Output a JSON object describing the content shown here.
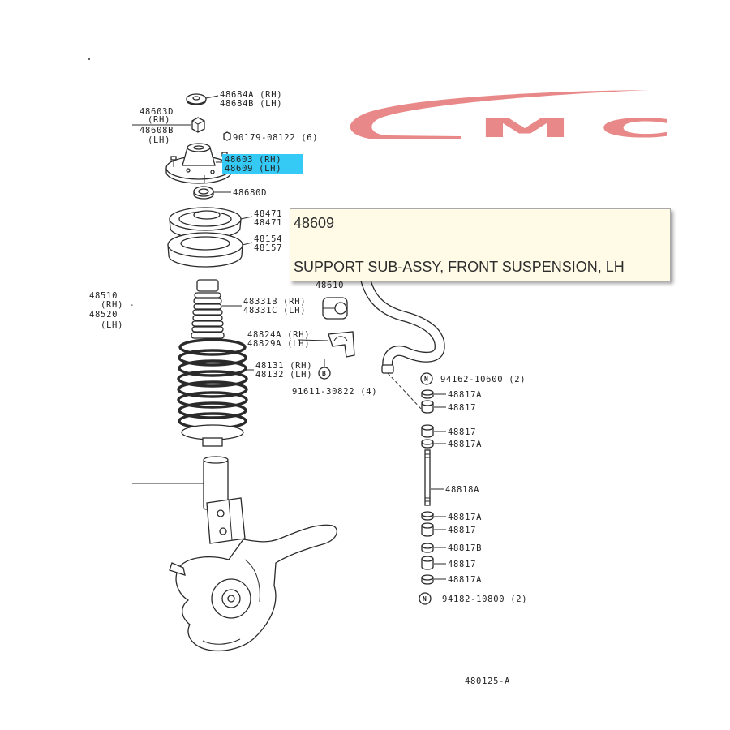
{
  "logo": {
    "letter_1": "M",
    "letter_2": "C",
    "color": "#e98888"
  },
  "tooltip": {
    "part_number": "48609",
    "description": "SUPPORT SUB-ASSY, FRONT SUSPENSION, LH",
    "background": "#fffbe7"
  },
  "highlight": {
    "color": "#35c9f5"
  },
  "callouts": {
    "top_cap": [
      "48684A (RH)",
      "48684B (LH)"
    ],
    "upper_left": [
      "48603D",
      "(RH)",
      "48608B",
      "(LH)"
    ],
    "nut_bolt": "90179-08122 (6)",
    "support": [
      "48603 (RH)",
      "48609 (LH)"
    ],
    "bearing": "48680D",
    "insulator": [
      "48471",
      "48471"
    ],
    "spring_seat": [
      "48154",
      "48157"
    ],
    "stabilizer_bar": "48610",
    "strut": [
      "48510",
      "(RH) -",
      "48520",
      "(LH)"
    ],
    "bumper": [
      "48331B (RH)",
      "48331C (LH)"
    ],
    "bracket": [
      "48824A (RH)",
      "48829A (LH)"
    ],
    "coil_spring": [
      "48131 (RH)",
      "48132 (LH)"
    ],
    "bolt_marker": "B",
    "bracket_bolt": "91611-30822 (4)"
  },
  "link": {
    "nut_marker": "N",
    "top_nut": "94162-10600 (2)",
    "items": [
      "48817A",
      "48817",
      "48817",
      "48817A",
      "48818A",
      "48817A",
      "48817",
      "48817B",
      "48817",
      "48817A"
    ],
    "bottom_nut": "94182-10800 (2)"
  },
  "figure_number": "480125-A"
}
